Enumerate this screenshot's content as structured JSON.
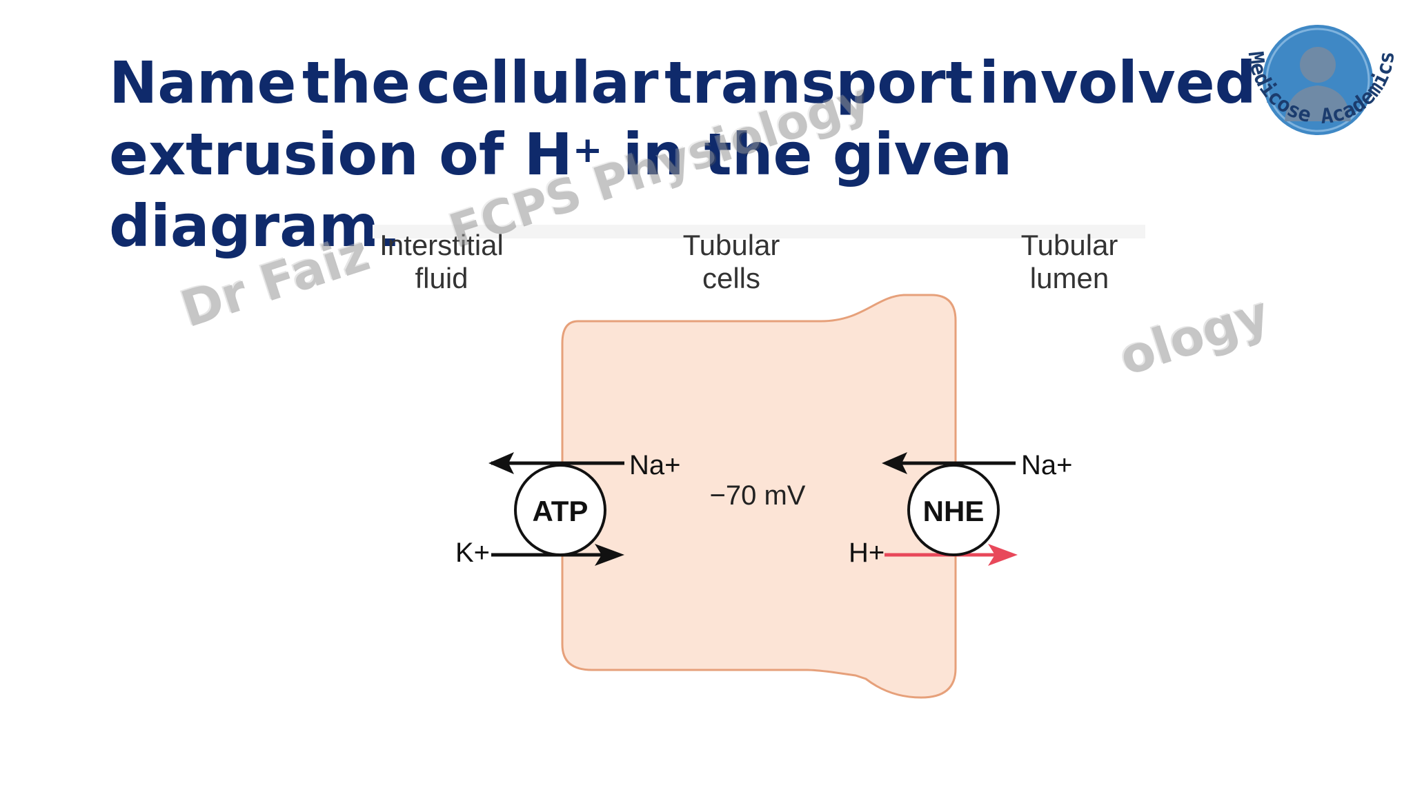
{
  "question": {
    "line1_words": [
      "Name",
      "the",
      "cellular",
      "transport",
      "involved",
      "in"
    ],
    "line2_prefix": "extrusion of H",
    "line2_sup": "+",
    "line2_suffix": " in the given diagram."
  },
  "diagram": {
    "headers": {
      "interstitial": [
        "Interstitial",
        "fluid"
      ],
      "cells": [
        "Tubular",
        "cells"
      ],
      "lumen": [
        "Tubular",
        "lumen"
      ]
    },
    "membrane_potential": "−70 mV",
    "atp_pump": {
      "label": "ATP",
      "ion_out": "Na+",
      "ion_in": "K+"
    },
    "nhe": {
      "label": "NHE",
      "ion_in": "Na+",
      "ion_out": "H+"
    }
  },
  "watermarks": {
    "left": "Dr Faiz",
    "middle": "FCPS Physiology",
    "right": "ology"
  },
  "logo": {
    "text": "Medicose Academics"
  },
  "colors": {
    "title": "#0f2a6b",
    "cell_fill": "#fce4d6",
    "cell_border": "#e6a07a",
    "h_arrow": "#e8485a",
    "logo_circle": "#3f88c5",
    "logo_text": "#1b3c6e"
  }
}
